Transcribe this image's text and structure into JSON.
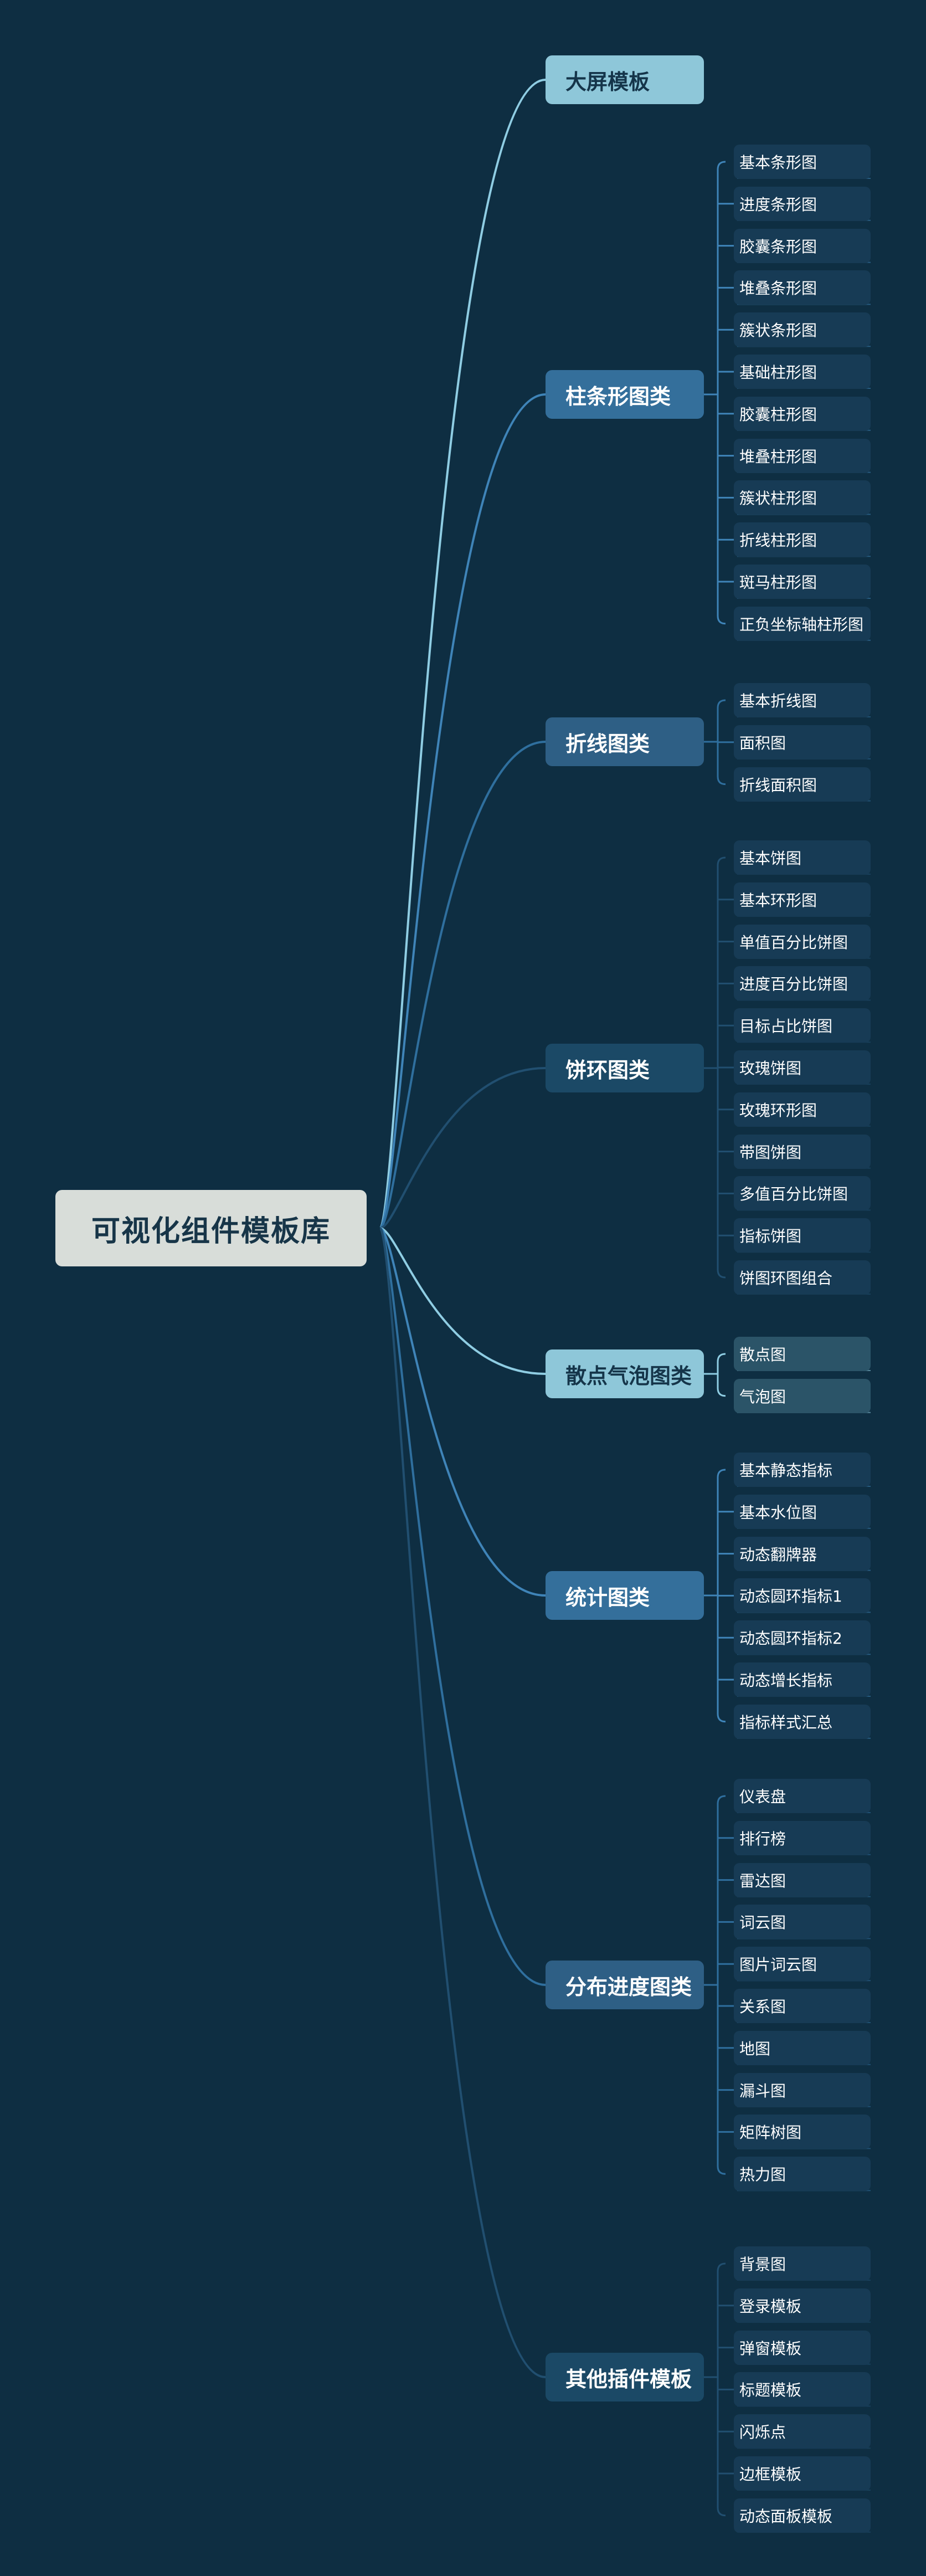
{
  "root": {
    "label": "可视化组件模板库"
  },
  "categories": [
    {
      "label": "大屏模板",
      "fill": "#8ec7d9",
      "text": "#15354a",
      "line": "#8fcde3",
      "children": []
    },
    {
      "label": "柱条形图类",
      "fill": "#346f9b",
      "text": "#ffffff",
      "line": "#3f84b8",
      "children": [
        "基本条形图",
        "进度条形图",
        "胶囊条形图",
        "堆叠条形图",
        "簇状条形图",
        "基础柱形图",
        "胶囊柱形图",
        "堆叠柱形图",
        "簇状柱形图",
        "折线柱形图",
        "斑马柱形图",
        "正负坐标轴柱形图"
      ]
    },
    {
      "label": "折线图类",
      "fill": "#2e5f85",
      "text": "#ffffff",
      "line": "#2f6f9e",
      "children": [
        "基本折线图",
        "面积图",
        "折线面积图"
      ]
    },
    {
      "label": "饼环图类",
      "fill": "#1b4966",
      "text": "#ffffff",
      "line": "#214f70",
      "children": [
        "基本饼图",
        "基本环形图",
        "单值百分比饼图",
        "进度百分比饼图",
        "目标占比饼图",
        "玫瑰饼图",
        "玫瑰环形图",
        "带图饼图",
        "多值百分比饼图",
        "指标饼图",
        "饼图环图组合"
      ]
    },
    {
      "label": "散点气泡图类",
      "fill": "#8ec7d9",
      "text": "#15354a",
      "line": "#8fcde3",
      "children": [
        "散点图",
        "气泡图"
      ]
    },
    {
      "label": "统计图类",
      "fill": "#346f9b",
      "text": "#ffffff",
      "line": "#3f84b8",
      "children": [
        "基本静态指标",
        "基本水位图",
        "动态翻牌器",
        "动态圆环指标1",
        "动态圆环指标2",
        "动态增长指标",
        "指标样式汇总"
      ]
    },
    {
      "label": "分布进度图类",
      "fill": "#2e5f85",
      "text": "#ffffff",
      "line": "#2f6f9e",
      "children": [
        "仪表盘",
        "排行榜",
        "雷达图",
        "词云图",
        "图片词云图",
        "关系图",
        "地图",
        "漏斗图",
        "矩阵树图",
        "热力图"
      ]
    },
    {
      "label": "其他插件模板",
      "fill": "#1b4966",
      "text": "#ffffff",
      "line": "#214f70",
      "children": [
        "背景图",
        "登录模板",
        "弹窗模板",
        "标题模板",
        "闪烁点",
        "边框模板",
        "动态面板模板"
      ]
    }
  ]
}
